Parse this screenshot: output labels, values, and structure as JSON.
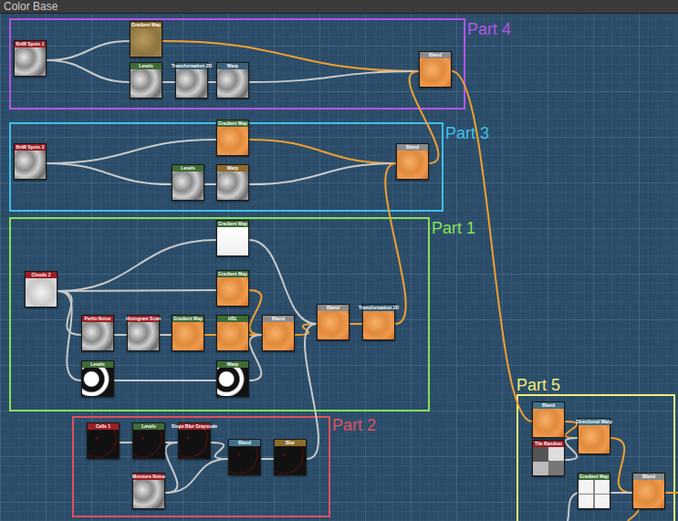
{
  "diagram": {
    "title": "Color Base",
    "nodes": [
      {
        "text": [
          "Part 4"
        ]
      },
      {
        "text": [
          "BnW Spots 1"
        ],
        "in": 0
      },
      {
        "text": [
          "Gradient Map"
        ],
        "in": 0
      },
      {
        "text": [
          "Levels"
        ],
        "in": 0
      },
      {
        "text": [
          "Transformation 2D"
        ],
        "in": 0
      },
      {
        "text": [
          "Warp"
        ],
        "in": 0
      },
      {
        "text": [
          "Blend"
        ],
        "in": 0
      },
      {
        "text": [
          "Part 3"
        ]
      },
      {
        "text": [
          "BnW Spots 2"
        ],
        "in": 7
      },
      {
        "text": [
          "Gradient Map"
        ],
        "in": 7
      },
      {
        "text": [
          "Levels"
        ],
        "in": 7
      },
      {
        "text": [
          "Warp"
        ],
        "in": 7
      },
      {
        "text": [
          "Blend"
        ],
        "in": 7
      },
      {
        "text": [
          "Part 1"
        ]
      },
      {
        "text": [
          "Clouds 2"
        ],
        "in": 13
      },
      {
        "text": [
          "Gradient Map"
        ],
        "in": 13
      },
      {
        "text": [
          "Gradient Map"
        ],
        "in": 13
      },
      {
        "text": [
          "Perlin Noise"
        ],
        "in": 13
      },
      {
        "text": [
          "Histogram Scan"
        ],
        "in": 13
      },
      {
        "text": [
          "Gradient Map"
        ],
        "in": 13
      },
      {
        "text": [
          "HSL"
        ],
        "in": 13
      },
      {
        "text": [
          "Blend"
        ],
        "in": 13
      },
      {
        "text": [
          "Levels"
        ],
        "in": 13
      },
      {
        "text": [
          "Warp"
        ],
        "in": 13
      },
      {
        "text": [
          "Blend"
        ],
        "in": 13
      },
      {
        "text": [
          "Transformation 2D"
        ],
        "in": 13
      },
      {
        "text": [
          "Part 2"
        ]
      },
      {
        "text": [
          "Cells 1"
        ],
        "in": 26
      },
      {
        "text": [
          "Levels"
        ],
        "in": 26
      },
      {
        "text": [
          "Slope Blur Grayscale"
        ],
        "in": 26
      },
      {
        "text": [
          "Moisture Noise"
        ],
        "in": 26
      },
      {
        "text": [
          "Blend"
        ],
        "in": 26
      },
      {
        "text": [
          "Blur"
        ],
        "in": 26
      },
      {
        "text": [
          "Part 5"
        ]
      },
      {
        "text": [
          "Blend"
        ],
        "in": 33
      },
      {
        "text": [
          "Tile Random"
        ],
        "in": 33
      },
      {
        "text": [
          "Directional Warp"
        ],
        "in": 33
      },
      {
        "text": [
          "Gradient Map"
        ],
        "in": 33
      },
      {
        "text": [
          "Blend"
        ],
        "in": 33
      }
    ],
    "edges": [
      {
        "from": 1,
        "to": 2,
        "arrow": "none"
      },
      {
        "from": 1,
        "to": 3,
        "arrow": "none"
      },
      {
        "from": 3,
        "to": 4,
        "arrow": "none"
      },
      {
        "from": 4,
        "to": 5,
        "arrow": "none"
      },
      {
        "from": 2,
        "to": 6,
        "arrow": "none"
      },
      {
        "from": 5,
        "to": 6,
        "arrow": "none"
      },
      {
        "from": 8,
        "to": 9,
        "arrow": "none"
      },
      {
        "from": 8,
        "to": 10,
        "arrow": "none"
      },
      {
        "from": 10,
        "to": 11,
        "arrow": "none"
      },
      {
        "from": 9,
        "to": 12,
        "arrow": "none"
      },
      {
        "from": 11,
        "to": 12,
        "arrow": "none"
      },
      {
        "from": 14,
        "to": 15,
        "arrow": "none"
      },
      {
        "from": 14,
        "to": 16,
        "arrow": "none"
      },
      {
        "from": 14,
        "to": 17,
        "arrow": "none"
      },
      {
        "from": 14,
        "to": 22,
        "arrow": "none"
      },
      {
        "from": 17,
        "to": 18,
        "arrow": "none"
      },
      {
        "from": 18,
        "to": 19,
        "arrow": "none"
      },
      {
        "from": 19,
        "to": 20,
        "arrow": "none"
      },
      {
        "from": 16,
        "to": 21,
        "arrow": "none"
      },
      {
        "from": 20,
        "to": 21,
        "arrow": "none"
      },
      {
        "from": 22,
        "to": 23,
        "arrow": "none"
      },
      {
        "from": 23,
        "to": 21,
        "arrow": "none"
      },
      {
        "from": 21,
        "to": 24,
        "arrow": "none"
      },
      {
        "from": 15,
        "to": 24,
        "arrow": "none"
      },
      {
        "from": 24,
        "to": 25,
        "arrow": "none"
      },
      {
        "from": 32,
        "to": 24,
        "arrow": "none"
      },
      {
        "from": 25,
        "to": 12,
        "arrow": "none"
      },
      {
        "from": 12,
        "to": 6,
        "arrow": "none"
      },
      {
        "from": 6,
        "to": 34,
        "arrow": "none"
      },
      {
        "from": 27,
        "to": 28,
        "arrow": "none"
      },
      {
        "from": 28,
        "to": 29,
        "arrow": "none"
      },
      {
        "from": 30,
        "to": 29,
        "arrow": "none"
      },
      {
        "from": 29,
        "to": 31,
        "arrow": "none"
      },
      {
        "from": 30,
        "to": 31,
        "arrow": "none"
      },
      {
        "from": 31,
        "to": 32,
        "arrow": "none"
      },
      {
        "from": 34,
        "to": 36,
        "arrow": "none"
      },
      {
        "from": 35,
        "to": 36,
        "arrow": "none"
      },
      {
        "from": 36,
        "to": 38,
        "arrow": "none"
      },
      {
        "from": 37,
        "to": 38,
        "arrow": "none"
      }
    ]
  }
}
